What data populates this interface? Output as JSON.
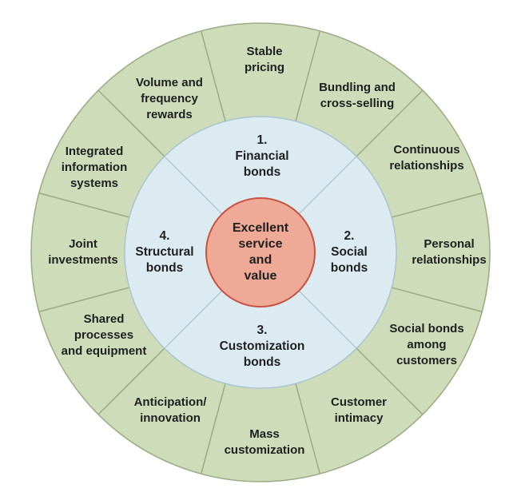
{
  "colors": {
    "outer_ring_fill": "#cfdcb9",
    "outer_ring_stroke": "#9aaa85",
    "middle_ring_fill": "#dcebf1",
    "middle_ring_stroke": "#a9c4cf",
    "center_fill": "#eeaa96",
    "center_stroke": "#c8513f",
    "text": "#1f1f1f"
  },
  "center": {
    "lines": [
      "Excellent",
      "service",
      "and",
      "value"
    ]
  },
  "middle_ring": [
    {
      "id": "financial",
      "lines": [
        "1.",
        "Financial",
        "bonds"
      ]
    },
    {
      "id": "social",
      "lines": [
        "2.",
        "Social",
        "bonds"
      ]
    },
    {
      "id": "customization",
      "lines": [
        "3.",
        "Customization",
        "bonds"
      ]
    },
    {
      "id": "structural",
      "lines": [
        "4.",
        "Structural",
        "bonds"
      ]
    }
  ],
  "outer_ring": [
    {
      "id": "stable-pricing",
      "lines": [
        "Stable",
        "pricing"
      ]
    },
    {
      "id": "bundling",
      "lines": [
        "Bundling and",
        "cross-selling"
      ]
    },
    {
      "id": "continuous-relationships",
      "lines": [
        "Continuous",
        "relationships"
      ]
    },
    {
      "id": "personal-relationships",
      "lines": [
        "Personal",
        "relationships"
      ]
    },
    {
      "id": "social-bonds-customers",
      "lines": [
        "Social bonds",
        "among",
        "customers"
      ]
    },
    {
      "id": "customer-intimacy",
      "lines": [
        "Customer",
        "intimacy"
      ]
    },
    {
      "id": "mass-customization",
      "lines": [
        "Mass",
        "customization"
      ]
    },
    {
      "id": "anticipation",
      "lines": [
        "Anticipation/",
        "innovation"
      ]
    },
    {
      "id": "shared-processes",
      "lines": [
        "Shared",
        "processes",
        "and equipment"
      ]
    },
    {
      "id": "joint-investments",
      "lines": [
        "Joint",
        "investments"
      ]
    },
    {
      "id": "integrated-systems",
      "lines": [
        "Integrated",
        "information",
        "systems"
      ]
    },
    {
      "id": "volume-rewards",
      "lines": [
        "Volume and",
        "frequency",
        "rewards"
      ]
    }
  ]
}
